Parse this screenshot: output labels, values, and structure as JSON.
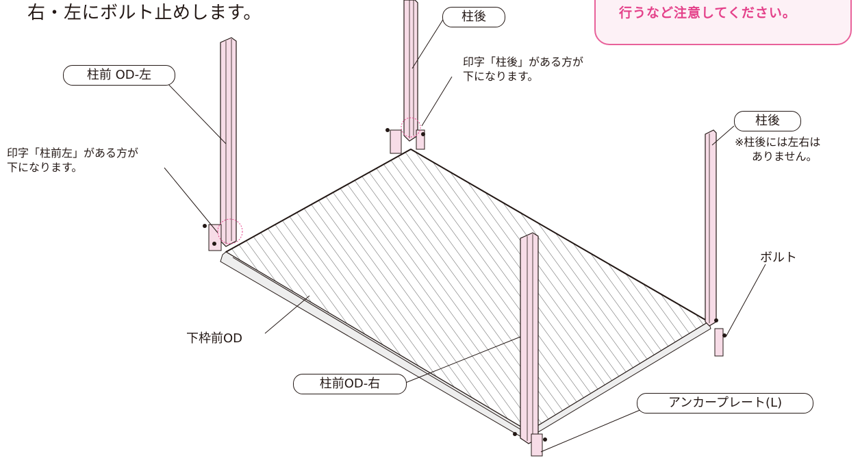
{
  "heading": "右・左にボルト止めします。",
  "note": "行うなど注意してください。",
  "callouts": {
    "post_rear_top": "柱後",
    "post_front_left": "柱前 OD-左",
    "post_rear_right": "柱後",
    "post_front_right": "柱前OD-右",
    "anchor_plate": "アンカープレート(L)"
  },
  "notes": {
    "rear_stamp_line1": "印字「柱後」がある方が",
    "rear_stamp_line2": "下になります。",
    "left_stamp_line1": "印字「柱前左」がある方が",
    "left_stamp_line2": "下になります。",
    "rear_no_side_line1": "※柱後には左右は",
    "rear_no_side_line2": "ありません。"
  },
  "labels": {
    "bolt": "ボルト",
    "lower_frame_front": "下枠前OD"
  },
  "colors": {
    "post_fill": "#f7dce7",
    "accent": "#e4418a",
    "line": "#231815"
  }
}
